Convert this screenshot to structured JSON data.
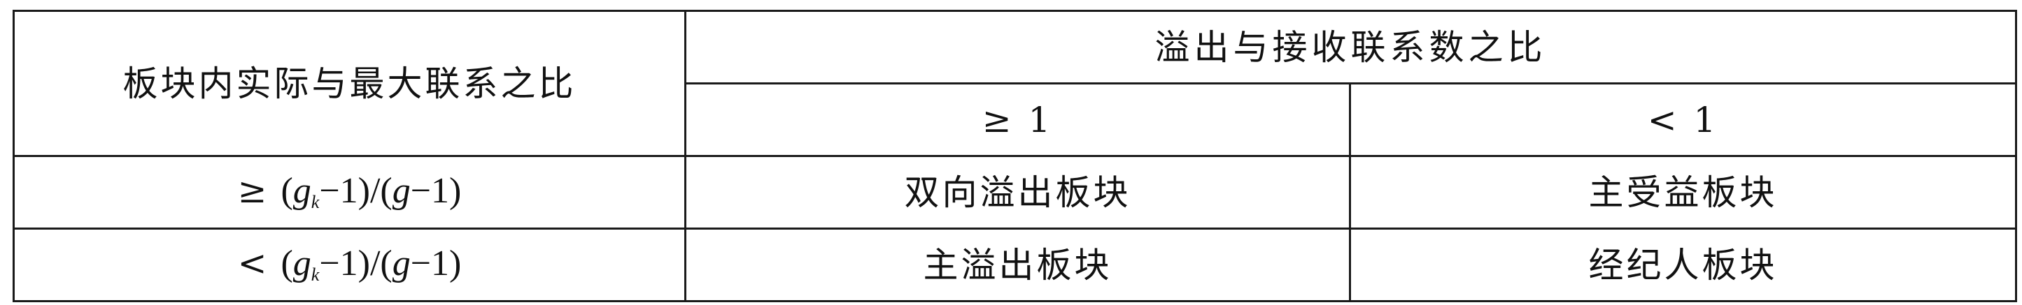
{
  "table": {
    "row_header": "板块内实际与最大联系之比",
    "col_group_header": "溢出与接收联系数之比",
    "col_headers": [
      "≥ 1",
      "< 1"
    ],
    "rows": [
      {
        "condition_op": "≥",
        "formula": {
          "open": "(",
          "var1": "g",
          "sub": "k",
          "mid": "−1)/(",
          "var2": "g",
          "close": "−1)"
        },
        "cells": [
          "双向溢出板块",
          "主受益板块"
        ]
      },
      {
        "condition_op": "<",
        "formula": {
          "open": "(",
          "var1": "g",
          "sub": "k",
          "mid": "−1)/(",
          "var2": "g",
          "close": "−1)"
        },
        "cells": [
          "主溢出板块",
          "经纪人板块"
        ]
      }
    ]
  }
}
